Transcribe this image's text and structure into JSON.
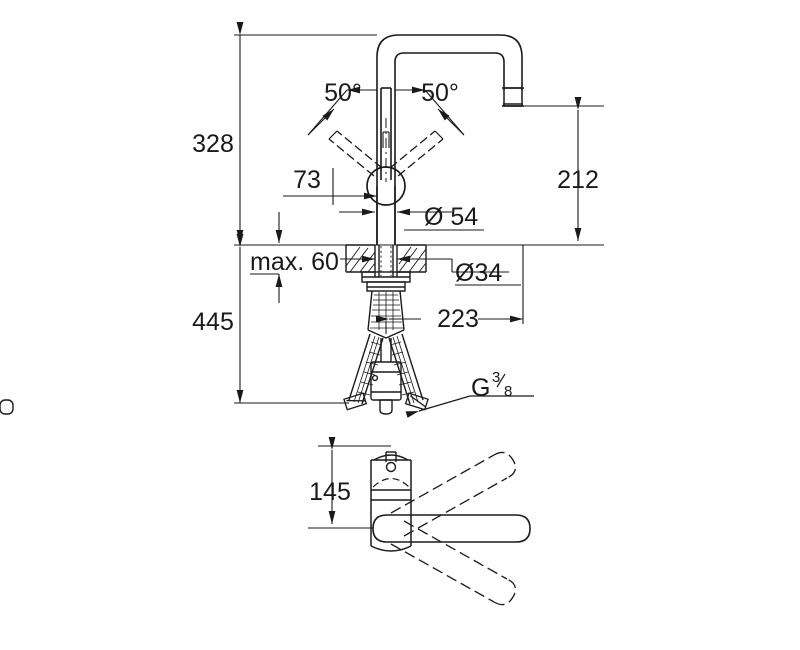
{
  "drawing": {
    "type": "technical-dimension-drawing",
    "subject": "single-lever kitchen mixer tap",
    "units": "mm",
    "line_color": "#1a1a1a",
    "background_color": "#ffffff",
    "views": [
      {
        "name": "elevation",
        "label": ""
      },
      {
        "name": "plan",
        "label": ""
      }
    ]
  },
  "dimensions": {
    "height_above_counter": "328",
    "height_below_counter": "445",
    "spout_outlet_height": "212",
    "counter_thickness": "max. 60",
    "handle_offset": "73",
    "body_diameter": "Ø 54",
    "mounting_hole_diameter": "Ø34",
    "hose_reach": "223",
    "thread_label": "G",
    "thread_numerator": "3",
    "thread_denominator": "8",
    "swivel_angle_left": "50°",
    "swivel_angle_right": "50°",
    "spout_projection": "145"
  }
}
